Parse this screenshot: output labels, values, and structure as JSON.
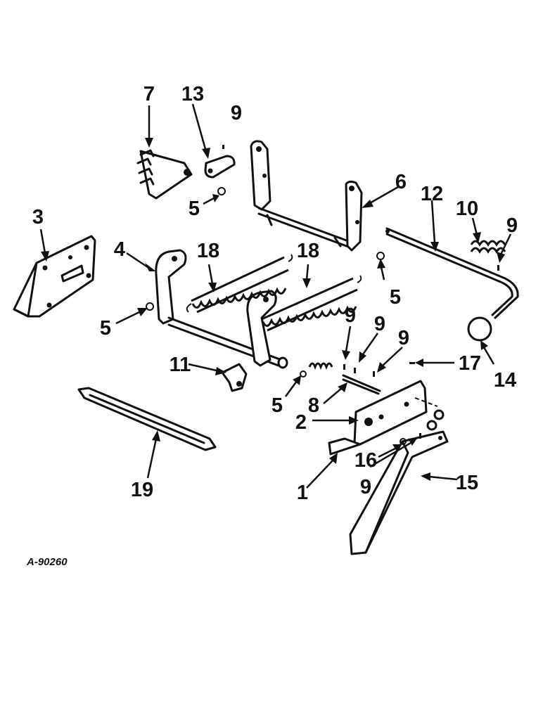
{
  "callouts": [
    {
      "id": "c7",
      "text": "7"
    },
    {
      "id": "c13",
      "text": "13"
    },
    {
      "id": "c9a",
      "text": "9"
    },
    {
      "id": "c5a",
      "text": "5"
    },
    {
      "id": "c6",
      "text": "6"
    },
    {
      "id": "c12",
      "text": "12"
    },
    {
      "id": "c10",
      "text": "10"
    },
    {
      "id": "c9b",
      "text": "9"
    },
    {
      "id": "c3",
      "text": "3"
    },
    {
      "id": "c4",
      "text": "4"
    },
    {
      "id": "c18a",
      "text": "18"
    },
    {
      "id": "c18b",
      "text": "18"
    },
    {
      "id": "c5b",
      "text": "5"
    },
    {
      "id": "c5c",
      "text": "5"
    },
    {
      "id": "c9c",
      "text": "9"
    },
    {
      "id": "c9d",
      "text": "9"
    },
    {
      "id": "c9e",
      "text": "9"
    },
    {
      "id": "c17",
      "text": "17"
    },
    {
      "id": "c14",
      "text": "14"
    },
    {
      "id": "c11",
      "text": "11"
    },
    {
      "id": "c5d",
      "text": "5"
    },
    {
      "id": "c8",
      "text": "8"
    },
    {
      "id": "c2",
      "text": "2"
    },
    {
      "id": "c16",
      "text": "16"
    },
    {
      "id": "c19",
      "text": "19"
    },
    {
      "id": "c1",
      "text": "1"
    },
    {
      "id": "c9f",
      "text": "9"
    },
    {
      "id": "c15",
      "text": "15"
    }
  ],
  "reference": "A-90260"
}
